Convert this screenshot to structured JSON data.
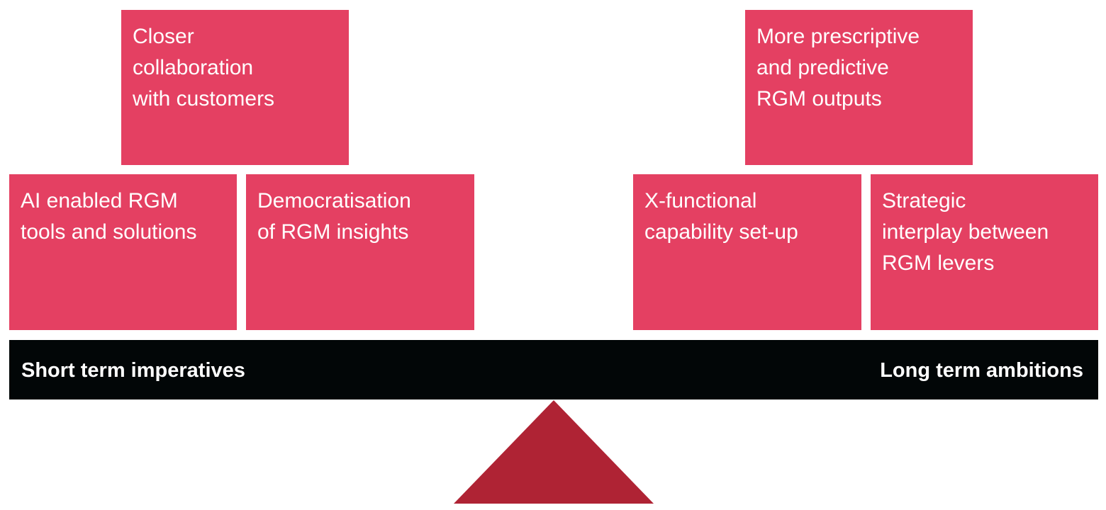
{
  "diagram": {
    "top_left_box": "Closer\ncollaboration\nwith customers",
    "top_right_box": "More prescriptive\nand predictive\nRGM outputs",
    "left_boxes": [
      "AI enabled RGM\ntools and solutions",
      "Democratisation\nof RGM insights"
    ],
    "right_boxes": [
      "X-functional\ncapability set-up",
      "Strategic\ninterplay between\nRGM levers"
    ],
    "beam": {
      "left_label": "Short term imperatives",
      "right_label": "Long term ambitions"
    },
    "colors": {
      "box": "#e44062",
      "beam": "#020607",
      "fulcrum": "#af2334",
      "text": "#ffffff"
    }
  }
}
